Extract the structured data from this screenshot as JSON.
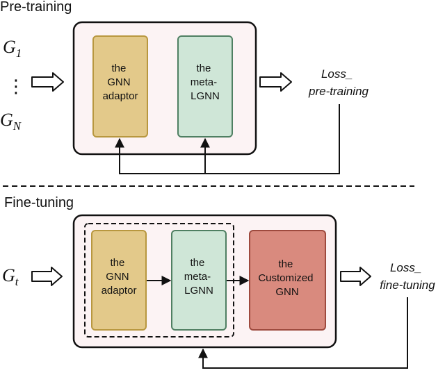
{
  "sections": {
    "pretrain_title": "Pre-training",
    "finetune_title": "Fine-tuning"
  },
  "pretrain": {
    "input_top": {
      "base": "G",
      "sub": "1"
    },
    "input_bottom": {
      "base": "G",
      "sub": "N"
    },
    "ellipsis": "⋮",
    "adaptor_lines": [
      "the",
      "GNN",
      "adaptor"
    ],
    "metalgnn_lines": [
      "the",
      "meta-",
      "LGNN"
    ],
    "loss_lines": [
      "Loss_",
      "pre-training"
    ]
  },
  "finetune": {
    "input": {
      "base": "G",
      "sub": "t"
    },
    "adaptor_lines": [
      "the",
      "GNN",
      "adaptor"
    ],
    "metalgnn_lines": [
      "the",
      "meta-",
      "LGNN"
    ],
    "customized_lines": [
      "the",
      "Customized",
      "GNN"
    ],
    "loss_lines": [
      "Loss_",
      "fine-tuning"
    ]
  },
  "colors": {
    "outer_fill": "#fcf3f4",
    "adaptor_fill": "#e3c98a",
    "adaptor_stroke": "#b8973f",
    "metalgnn_fill": "#cfe6d7",
    "metalgnn_stroke": "#4f7f62",
    "customized_fill": "#d98a7e",
    "customized_stroke": "#9e4a3e"
  }
}
